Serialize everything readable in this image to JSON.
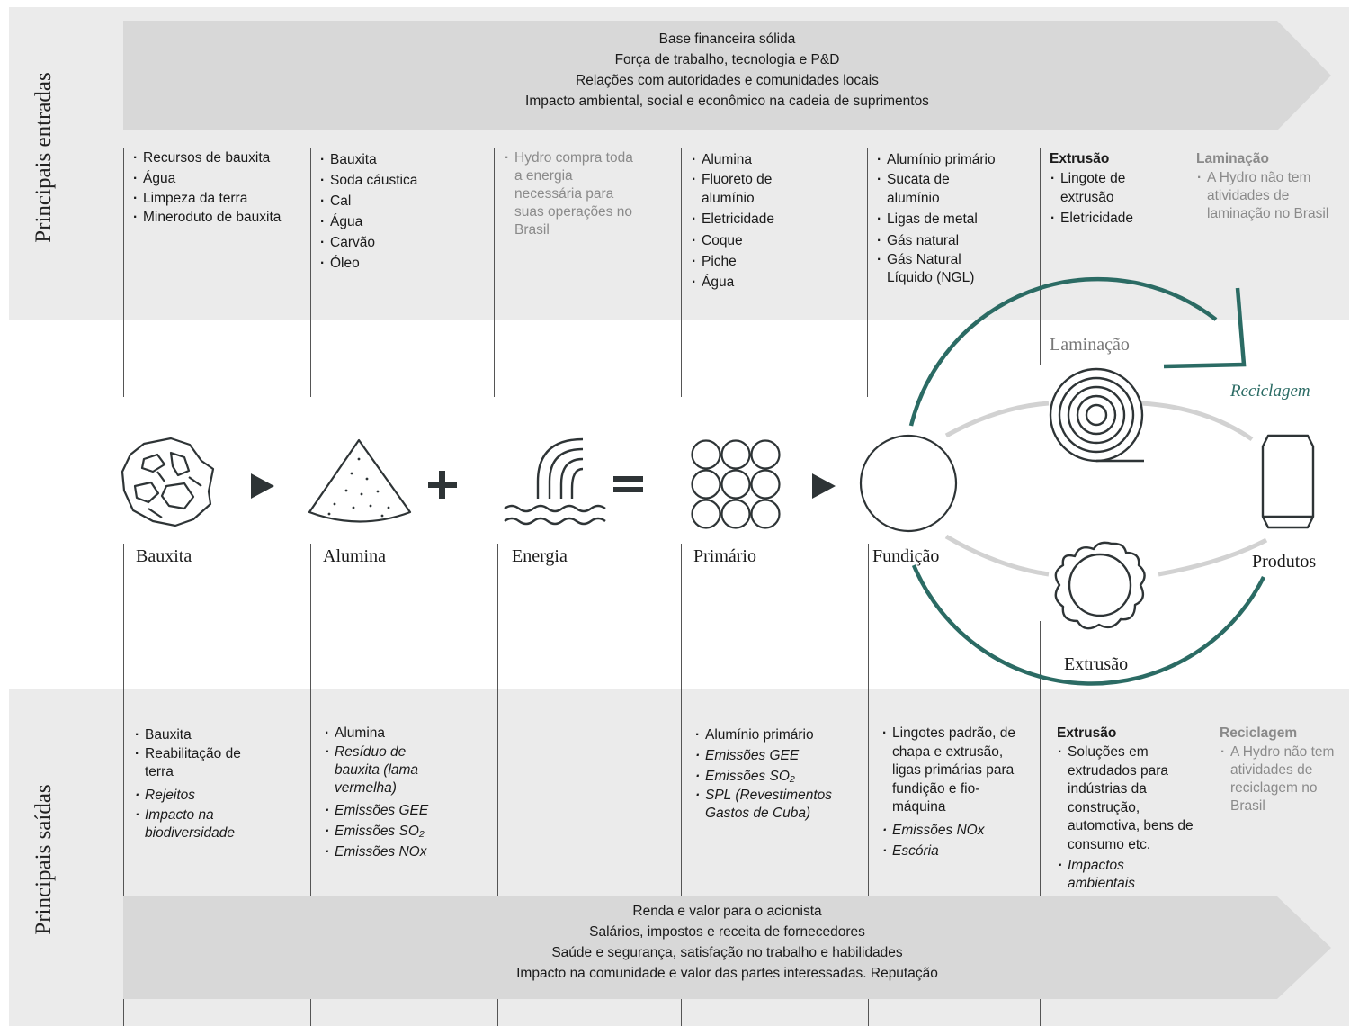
{
  "side_labels": {
    "inputs": "Principais entradas",
    "outputs": "Principais saídas"
  },
  "top_banner": [
    "Base financeira sólida",
    "Força de trabalho, tecnologia e P&D",
    "Relações com autoridades e comunidades locais",
    "Impacto ambiental, social e econômico na cadeia de suprimentos"
  ],
  "bottom_banner": [
    "Renda e valor para o acionista",
    "Salários, impostos e receita de fornecedores",
    "Saúde e segurança, satisfação no trabalho e habilidades",
    "Impacto na comunidade e valor das partes interessadas. Reputação"
  ],
  "inputs": {
    "bauxita": [
      "Recursos de bauxita",
      "Água",
      "Limpeza da terra",
      "Mineroduto de bauxita"
    ],
    "alumina": [
      "Bauxita",
      "Soda cáustica",
      "Cal",
      "Água",
      "Carvão",
      "Óleo"
    ],
    "energia": [
      "Hydro compra toda a energia necessária para suas operações no Brasil"
    ],
    "primario": [
      "Alumina",
      "Fluoreto de alumínio",
      "Eletricidade",
      "Coque",
      "Piche",
      "Água"
    ],
    "fundicao": [
      "Alumínio primário",
      "Sucata de alumínio",
      "Ligas de metal",
      "Gás natural",
      "Gás Natural Líquido (NGL)"
    ],
    "extrusao_head": "Extrusão",
    "extrusao": [
      "Lingote de extrusão",
      "Eletricidade"
    ],
    "laminacao_head": "Laminação",
    "laminacao": [
      "A Hydro não tem atividades de laminação no Brasil"
    ]
  },
  "stages": {
    "bauxita": "Bauxita",
    "alumina": "Alumina",
    "energia": "Energia",
    "primario": "Primário",
    "fundicao": "Fundição",
    "laminacao": "Laminação",
    "extrusao": "Extrusão",
    "reciclagem": "Reciclagem",
    "produtos": "Produtos"
  },
  "outputs": {
    "bauxita": [
      "Bauxita",
      "Reabilitação de terra",
      "Rejeitos",
      "Impacto na biodiversidade"
    ],
    "alumina": [
      "Alumina",
      "Resíduo de bauxita (lama vermelha)",
      "Emissões GEE",
      "Emissões SO₂",
      "Emissões NOx"
    ],
    "primario": [
      "Alumínio primário",
      "Emissões GEE",
      "Emissões SO₂",
      "SPL (Revestimentos Gastos de Cuba)"
    ],
    "fundicao": [
      "Lingotes padrão, de chapa e extrusão, ligas primárias para fundição e fio-máquina",
      "Emissões NOx",
      "Escória"
    ],
    "extrusao_head": "Extrusão",
    "extrusao": [
      "Soluções em extrudados para indústrias da construção, automotiva, bens de consumo etc.",
      "Impactos ambientais"
    ],
    "reciclagem_head": "Reciclagem",
    "reciclagem": [
      "A Hydro não tem atividades de reciclagem no Brasil"
    ]
  },
  "colors": {
    "band": "#ebebeb",
    "banner": "#d8d8d8",
    "teal": "#2b6b64",
    "icon": "#2e3436",
    "grey_text": "#8a8a8a"
  },
  "icons": [
    "rock-icon",
    "powder-pile-icon",
    "plus-icon",
    "hydro-energy-icon",
    "equals-icon",
    "ingot-stack-icon",
    "play-arrow-icon",
    "circle-ingot-icon",
    "coil-icon",
    "extrusion-profile-icon",
    "can-icon",
    "recycling-arrow-icon"
  ]
}
